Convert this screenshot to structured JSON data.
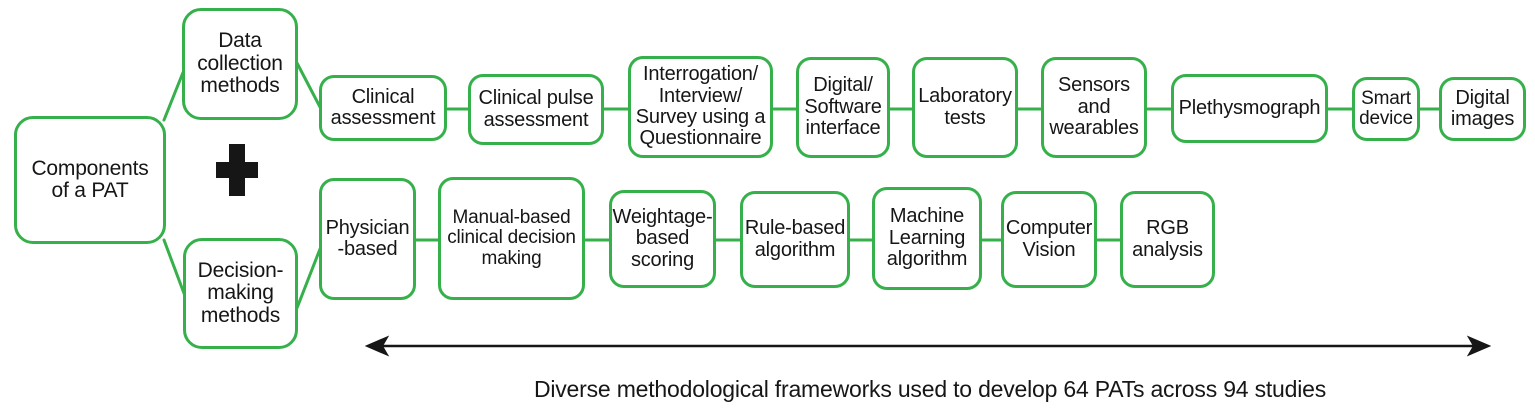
{
  "diagram": {
    "root_label": "Components\nof a PAT",
    "branch_top_label": "Data\ncollection\nmethods",
    "branch_bottom_label": "Decision-\nmaking\nmethods",
    "top_row": [
      {
        "id": "clinical-assessment",
        "label": "Clinical\nassessment"
      },
      {
        "id": "clinical-pulse-assessment",
        "label": "Clinical pulse\nassessment"
      },
      {
        "id": "interrogation-interview-survey",
        "label": "Interrogation/\nInterview/\nSurvey using a\nQuestionnaire"
      },
      {
        "id": "digital-software-interface",
        "label": "Digital/\nSoftware\ninterface"
      },
      {
        "id": "laboratory-tests",
        "label": "Laboratory\ntests"
      },
      {
        "id": "sensors-and-wearables",
        "label": "Sensors\nand\nwearables"
      },
      {
        "id": "plethysmograph",
        "label": "Plethysmograph"
      },
      {
        "id": "smart-device",
        "label": "Smart\ndevice"
      },
      {
        "id": "digital-images",
        "label": "Digital\nimages"
      }
    ],
    "bottom_row": [
      {
        "id": "physician-based",
        "label": "Physician\n-based"
      },
      {
        "id": "manual-based-clinical-decision-making",
        "label": "Manual-based\nclinical decision\nmaking"
      },
      {
        "id": "weightage-based-scoring",
        "label": "Weightage-\nbased\nscoring"
      },
      {
        "id": "rule-based-algorithm",
        "label": "Rule-based\nalgorithm"
      },
      {
        "id": "machine-learning-algorithm",
        "label": "Machine\nLearning\nalgorithm"
      },
      {
        "id": "computer-vision",
        "label": "Computer\nVision"
      },
      {
        "id": "rgb-analysis",
        "label": "RGB\nanalysis"
      }
    ],
    "caption": "Diverse methodological frameworks used to develop 64 PATs across 94 studies",
    "colors": {
      "green": "#35b04a",
      "black": "#161616"
    }
  }
}
